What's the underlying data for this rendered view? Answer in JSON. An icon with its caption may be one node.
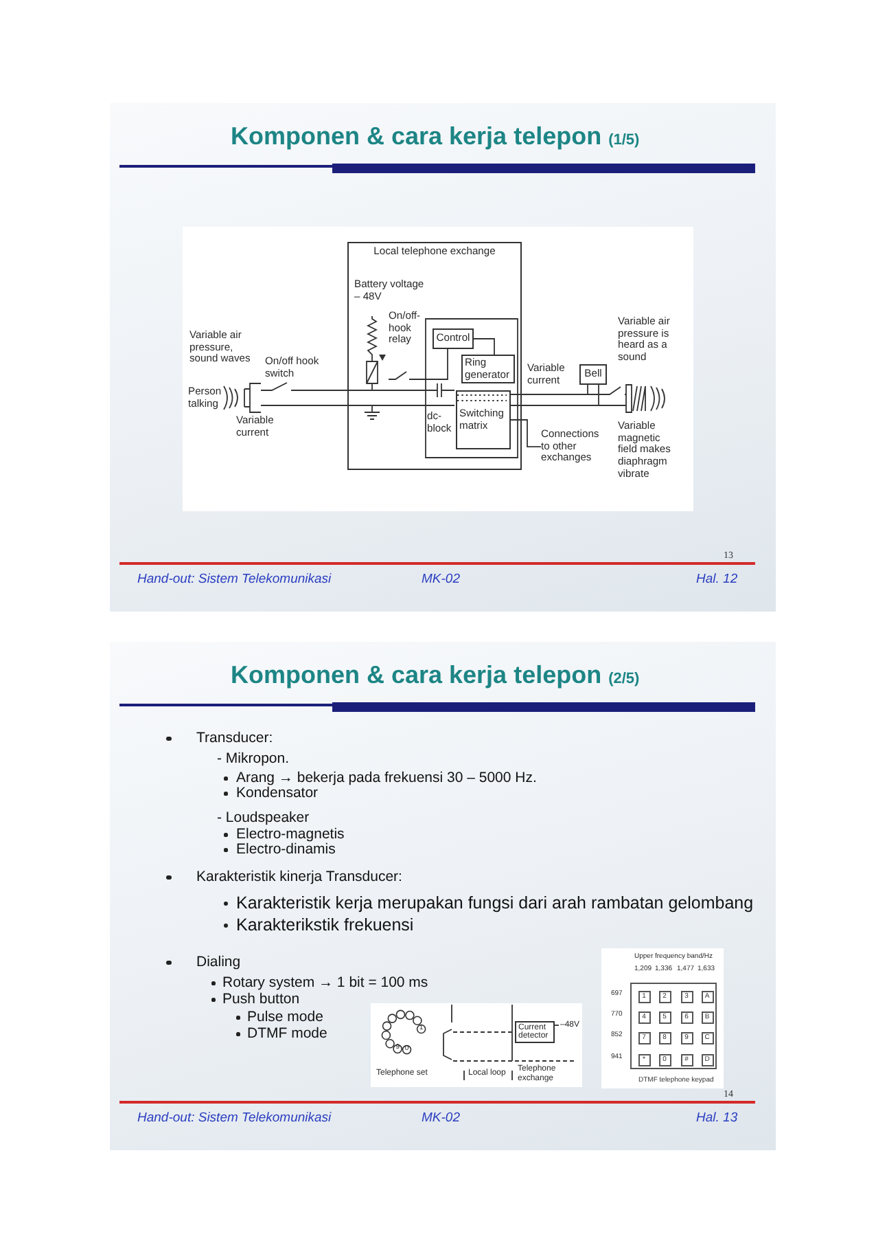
{
  "diagram": {
    "nodes": [
      {
        "text": [
          "Komponen & cara kerja telepon",
          "(1/5)",
          "13",
          "Hand-out: Sistem Telekomunikasi",
          "MK-02",
          "Hal. 12"
        ]
      },
      {
        "text": [
          "Local telephone exchange"
        ],
        "in": 0
      },
      {
        "text": [
          "Control"
        ],
        "in": 1
      },
      {
        "text": [
          "Ring generator"
        ],
        "in": 1
      },
      {
        "text": [
          "Switching matrix"
        ],
        "in": 1
      },
      {
        "text": [
          "Bell"
        ],
        "in": 0
      },
      {
        "text": [
          "Connections to other exchanges"
        ],
        "in": 0
      },
      {
        "text": [
          "Komponen & cara kerja telepon",
          "(2/5)",
          "Transducer:",
          "- Mikropon.",
          "Arang → bekerja pada frekuensi 30 – 5000 Hz.",
          "Kondensator",
          "- Loudspeaker",
          "Electro-magnetis",
          "Electro-dinamis",
          "Karakteristik kinerja Transducer:",
          "Karakteristik kerja merupakan fungsi dari arah rambatan gelombang",
          "Karakterikstik frekuensi",
          "Dialing",
          "Rotary system → 1 bit = 100 ms",
          "Push button",
          "Pulse mode",
          "DTMF mode",
          "14",
          "Hand-out: Sistem Telekomunikasi",
          "MK-02",
          "Hal. 13"
        ]
      },
      {
        "text": [
          "Current detector"
        ],
        "in": 7,
        "beside": [
          "–48V"
        ]
      },
      {
        "text": [
          "DTMF telephone keypad"
        ],
        "in": 7
      },
      {
        "text": [
          "1"
        ],
        "in": 9
      },
      {
        "text": [
          "2"
        ],
        "in": 9
      },
      {
        "text": [
          "3"
        ],
        "in": 9
      },
      {
        "text": [
          "A"
        ],
        "in": 9
      },
      {
        "text": [
          "4"
        ],
        "in": 9
      },
      {
        "text": [
          "5"
        ],
        "in": 9
      },
      {
        "text": [
          "6"
        ],
        "in": 9
      },
      {
        "text": [
          "B"
        ],
        "in": 9
      },
      {
        "text": [
          "7"
        ],
        "in": 9
      },
      {
        "text": [
          "8"
        ],
        "in": 9
      },
      {
        "text": [
          "9"
        ],
        "in": 9
      },
      {
        "text": [
          "C"
        ],
        "in": 9
      },
      {
        "text": [
          "*"
        ],
        "in": 9
      },
      {
        "text": [
          "0"
        ],
        "in": 9
      },
      {
        "text": [
          "#"
        ],
        "in": 9
      },
      {
        "text": [
          "D"
        ],
        "in": 9
      }
    ],
    "edges": [
      {
        "from": 2,
        "to": 3,
        "arrow": "none"
      },
      {
        "from": 4,
        "to": 6,
        "arrow": "none"
      }
    ],
    "labels": [
      "Battery voltage – 48V",
      "On/off-hook relay",
      "Variable air pressure, sound waves",
      "On/off hook switch",
      "Person talking",
      "Variable current",
      "dc-block",
      "Variable current",
      "Variable air pressure is heard as a sound",
      "Variable magnetic field makes diaphragm vibrate",
      "1",
      "9",
      "0",
      "Telephone set",
      "Local loop",
      "Telephone exchange",
      "Upper frequency band/Hz",
      "1,209",
      "1,336",
      "1,477",
      "1,633",
      "697",
      "770",
      "852",
      "941"
    ]
  }
}
